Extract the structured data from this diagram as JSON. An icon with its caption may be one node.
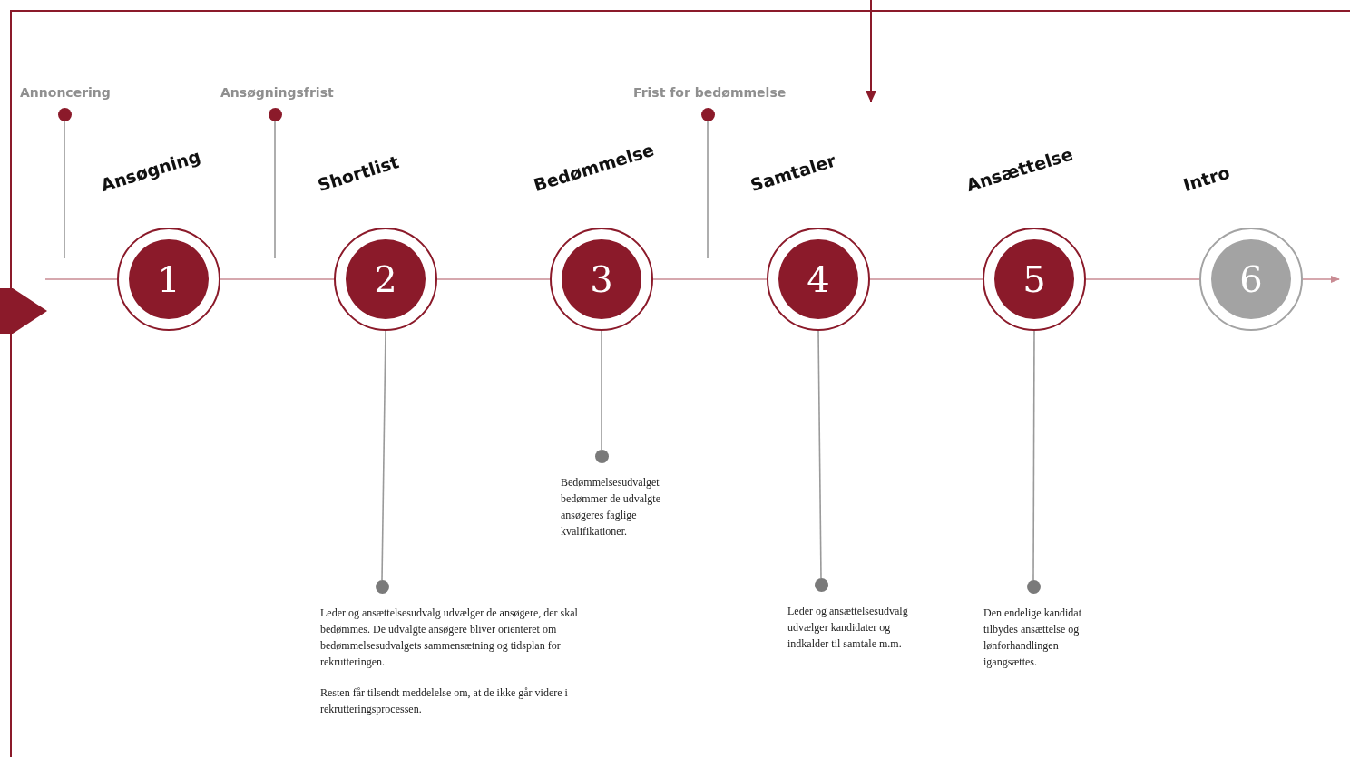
{
  "diagram": {
    "nodes": [
      {
        "text": [
          "Annoncering"
        ]
      },
      {
        "text": [
          "Ansøgningsfrist"
        ]
      },
      {
        "text": [
          "Frist for bedømmelse"
        ]
      },
      {
        "text": [
          "1",
          "Ansøgning"
        ]
      },
      {
        "text": [
          "2",
          "Shortlist"
        ]
      },
      {
        "text": [
          "3",
          "Bedømmelse"
        ]
      },
      {
        "text": [
          "4",
          "Samtaler"
        ]
      },
      {
        "text": [
          "5",
          "Ansættelse"
        ]
      },
      {
        "text": [
          "6",
          "Intro"
        ]
      },
      {
        "text": [
          "Leder og ansættelsesudvalg udvælger de ansøgere, der skal bedømmes. De udvalgte ansøgere bliver orienteret om bedømmelsesudvalgets sammensætning og tidsplan for rekrutteringen.",
          "Resten får tilsendt meddelelse om, at de ikke går videre i rekrutteringsprocessen."
        ]
      },
      {
        "text": [
          "Bedømmelsesudvalget bedømmer de udvalgte ansøgeres faglige kvalifikationer."
        ]
      },
      {
        "text": [
          "Leder og ansættelsesudvalg udvælger kandidater og indkalder til samtale m.m."
        ]
      },
      {
        "text": [
          "Den endelige kandidat tilbydes ansættelse og lønforhandlingen igangsættes."
        ]
      }
    ],
    "edges": [
      {
        "from": 3,
        "to": 4,
        "arrow": "none"
      },
      {
        "from": 4,
        "to": 5,
        "arrow": "none"
      },
      {
        "from": 5,
        "to": 6,
        "arrow": "none"
      },
      {
        "from": 6,
        "to": 7,
        "arrow": "none"
      },
      {
        "from": 7,
        "to": 8,
        "arrow": "none"
      },
      {
        "from": 8,
        "to": null,
        "arrow": "to"
      },
      {
        "from": null,
        "to": 3,
        "arrow": "none"
      },
      {
        "from": 4,
        "to": 9,
        "arrow": "none",
        "color": "#9a9a9a"
      },
      {
        "from": 5,
        "to": 10,
        "arrow": "none",
        "color": "#9a9a9a"
      },
      {
        "from": 6,
        "to": 11,
        "arrow": "none",
        "color": "#9a9a9a"
      },
      {
        "from": 7,
        "to": 12,
        "arrow": "none",
        "color": "#9a9a9a"
      },
      {
        "from": 0,
        "to": null,
        "arrow": "none",
        "color": "#9a9a9a"
      },
      {
        "from": 1,
        "to": null,
        "arrow": "none",
        "color": "#9a9a9a"
      },
      {
        "from": 2,
        "to": null,
        "arrow": "none",
        "color": "#9a9a9a"
      }
    ]
  }
}
